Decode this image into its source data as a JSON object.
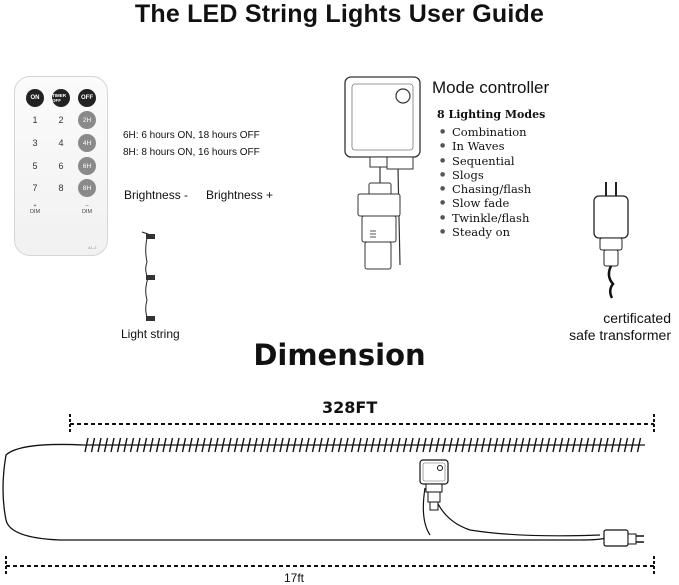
{
  "page": {
    "title": "The LED String Lights User Guide"
  },
  "remote": {
    "buttons_top": [
      "ON",
      "TIMER OFF",
      "OFF"
    ],
    "numbers": [
      "1",
      "2",
      "3",
      "4",
      "5",
      "6",
      "7",
      "8"
    ],
    "timers": [
      "2H",
      "4H",
      "6H",
      "8H"
    ],
    "dim_plus": "+\nDIM",
    "dim_minus": "–\nDIM",
    "model": "A1-2"
  },
  "timer_info": {
    "line_6h": "6H: 6 hours ON, 18 hours OFF",
    "line_8h": "8H: 8 hours ON, 16 hours OFF"
  },
  "brightness": {
    "minus": "Brightness -",
    "plus": "Brightness +"
  },
  "light_string": {
    "label": "Light string"
  },
  "mode_controller": {
    "label": "Mode controller",
    "modes_title": "8 Lighting Modes",
    "modes": [
      "Combination",
      "In Waves",
      "Sequential",
      "Slogs",
      "Chasing/flash",
      "Slow fade",
      "Twinkle/flash",
      "Steady on"
    ]
  },
  "transformer": {
    "label_line1": "certificated",
    "label_line2": "safe transformer"
  },
  "dimension": {
    "title": "Dimension",
    "string_length": "328FT",
    "lead_length": "17ft"
  }
}
